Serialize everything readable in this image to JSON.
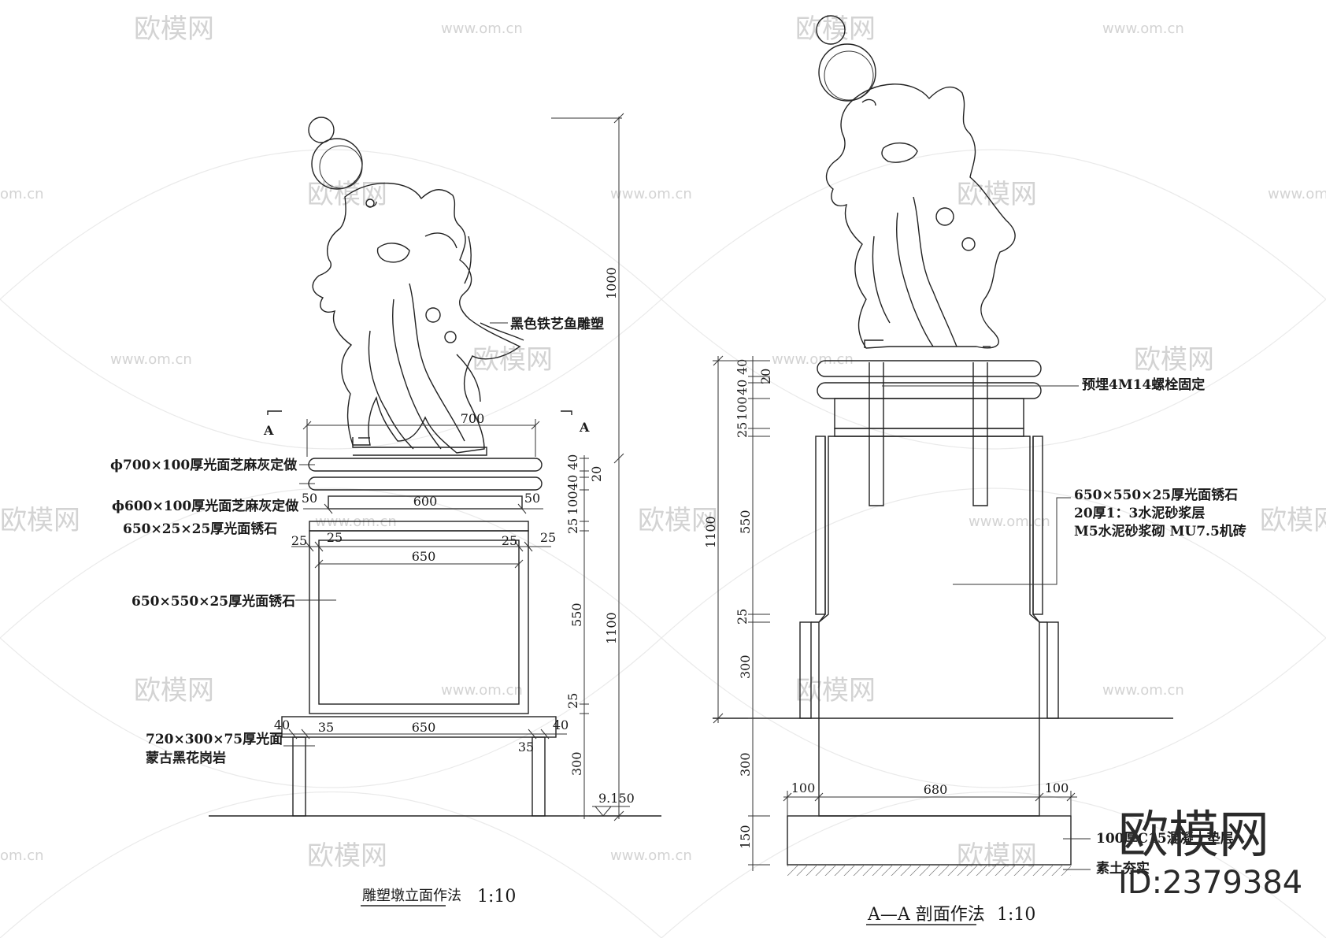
{
  "watermark": {
    "cn": "欧模网",
    "url": "www.om.cn",
    "url_short": "om.cn"
  },
  "left": {
    "dim_700": "700",
    "section_mark": "A",
    "label_sculpture": "黑色铁艺鱼雕塑",
    "label_phi700": "ϕ700×100厚光面芝麻灰定做",
    "label_phi600": "ϕ600×100厚光面芝麻灰定做",
    "label_650x25": "650×25×25厚光面锈石",
    "label_650x550": "650×550×25厚光面锈石",
    "label_granite_1": "720×300×75厚光面",
    "label_granite_2": "蒙古黑花岗岩",
    "d50a": "50",
    "d600": "600",
    "d50b": "50",
    "d25a": "25",
    "d25b": "25",
    "d25c": "25",
    "d25d": "25",
    "d650": "650",
    "d40a": "40",
    "d35a": "35",
    "d650b": "650",
    "d40b": "40",
    "d35b": "35",
    "v40a": "40",
    "v20": "20",
    "v40b": "40",
    "v100": "100",
    "v25a": "25",
    "v550": "550",
    "v25b": "25",
    "v300": "300",
    "v1000": "1000",
    "v1100": "1100",
    "elev": "9.150",
    "title": "雕塑墩立面作法",
    "scale": "1:10"
  },
  "right": {
    "label_bolt": "预埋4M14螺栓固定",
    "label_stone": "650×550×25厚光面锈石",
    "label_mortar": "20厚1：3水泥砂浆层",
    "label_brick": "M5水泥砂浆砌 MU7.5机砖",
    "label_concrete": "100厚C15混凝土垫层",
    "label_soil": "素土夯实",
    "v40a": "40",
    "v20": "20",
    "v40b": "40",
    "v100": "100",
    "v25a": "25",
    "v550": "550",
    "v25b": "25",
    "v300a": "300",
    "v300b": "300",
    "v150": "150",
    "v1100": "1100",
    "d100a": "100",
    "d680": "680",
    "d100b": "100",
    "title": "A—A 剖面作法",
    "scale": "1:10"
  },
  "brand": {
    "name": "欧模网",
    "id": "ID:2379384"
  }
}
